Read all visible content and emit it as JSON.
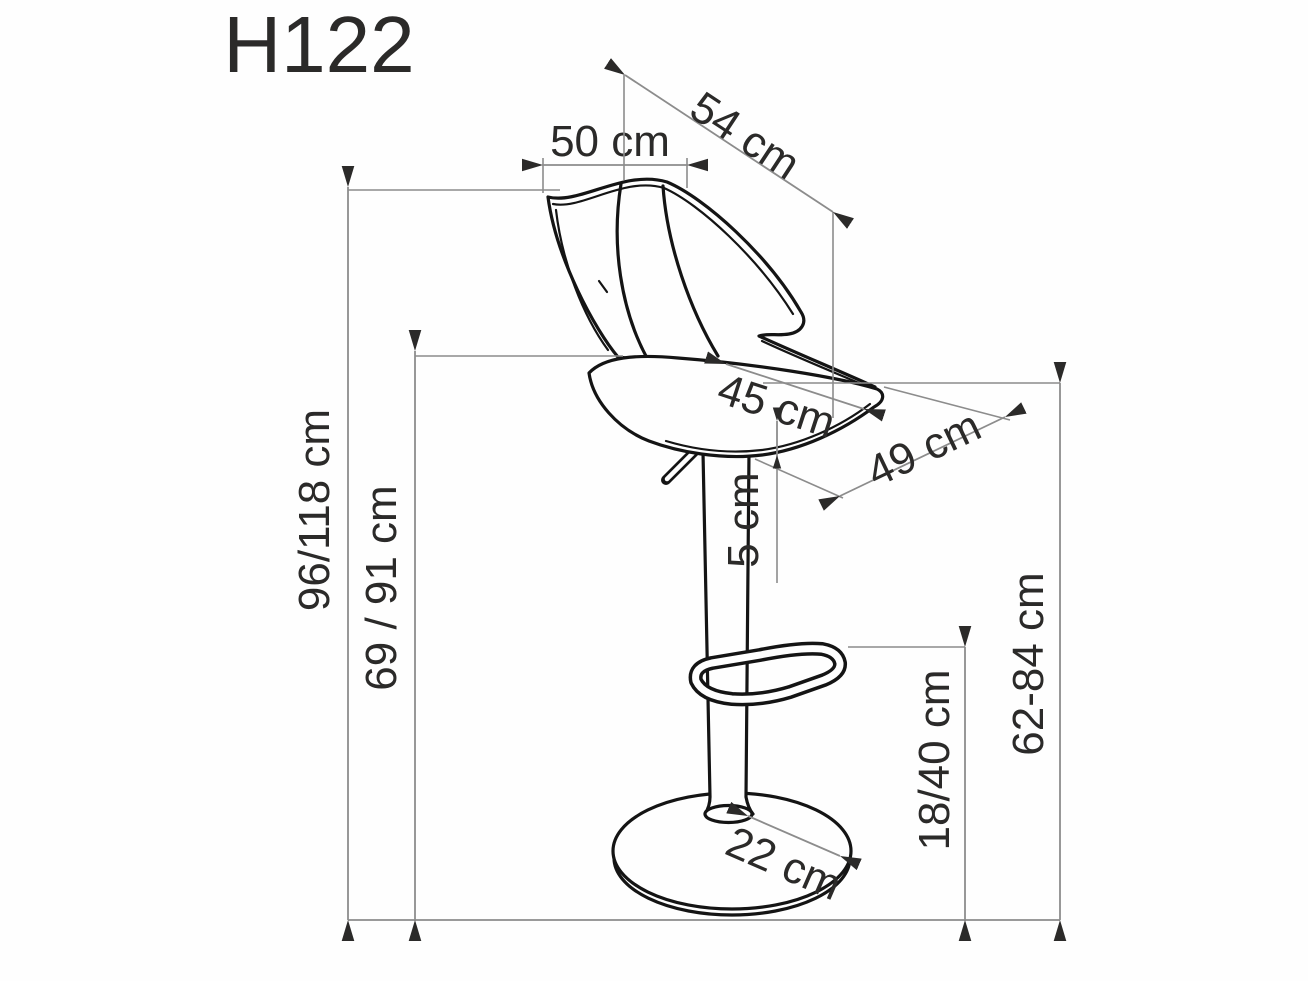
{
  "title": "H122",
  "dimensions": {
    "back_width": {
      "label": "50 cm"
    },
    "back_diagonal": {
      "label": "54 cm"
    },
    "seat_width": {
      "label": "45 cm"
    },
    "seat_depth": {
      "label": "49 cm"
    },
    "seat_thickness": {
      "label": "5 cm"
    },
    "total_height": {
      "label": "96/118 cm"
    },
    "backrest_height": {
      "label": "69 / 91 cm"
    },
    "seat_height": {
      "label": "62-84 cm"
    },
    "footrest_height": {
      "label": "18/40 cm"
    },
    "base_diameter": {
      "label": "22 cm"
    }
  },
  "colors": {
    "background": "#fefefe",
    "drawing_line": "#141414",
    "dimension_line": "#8c8c8c",
    "arrow": "#2b2a29",
    "text": "#2b2a29"
  }
}
